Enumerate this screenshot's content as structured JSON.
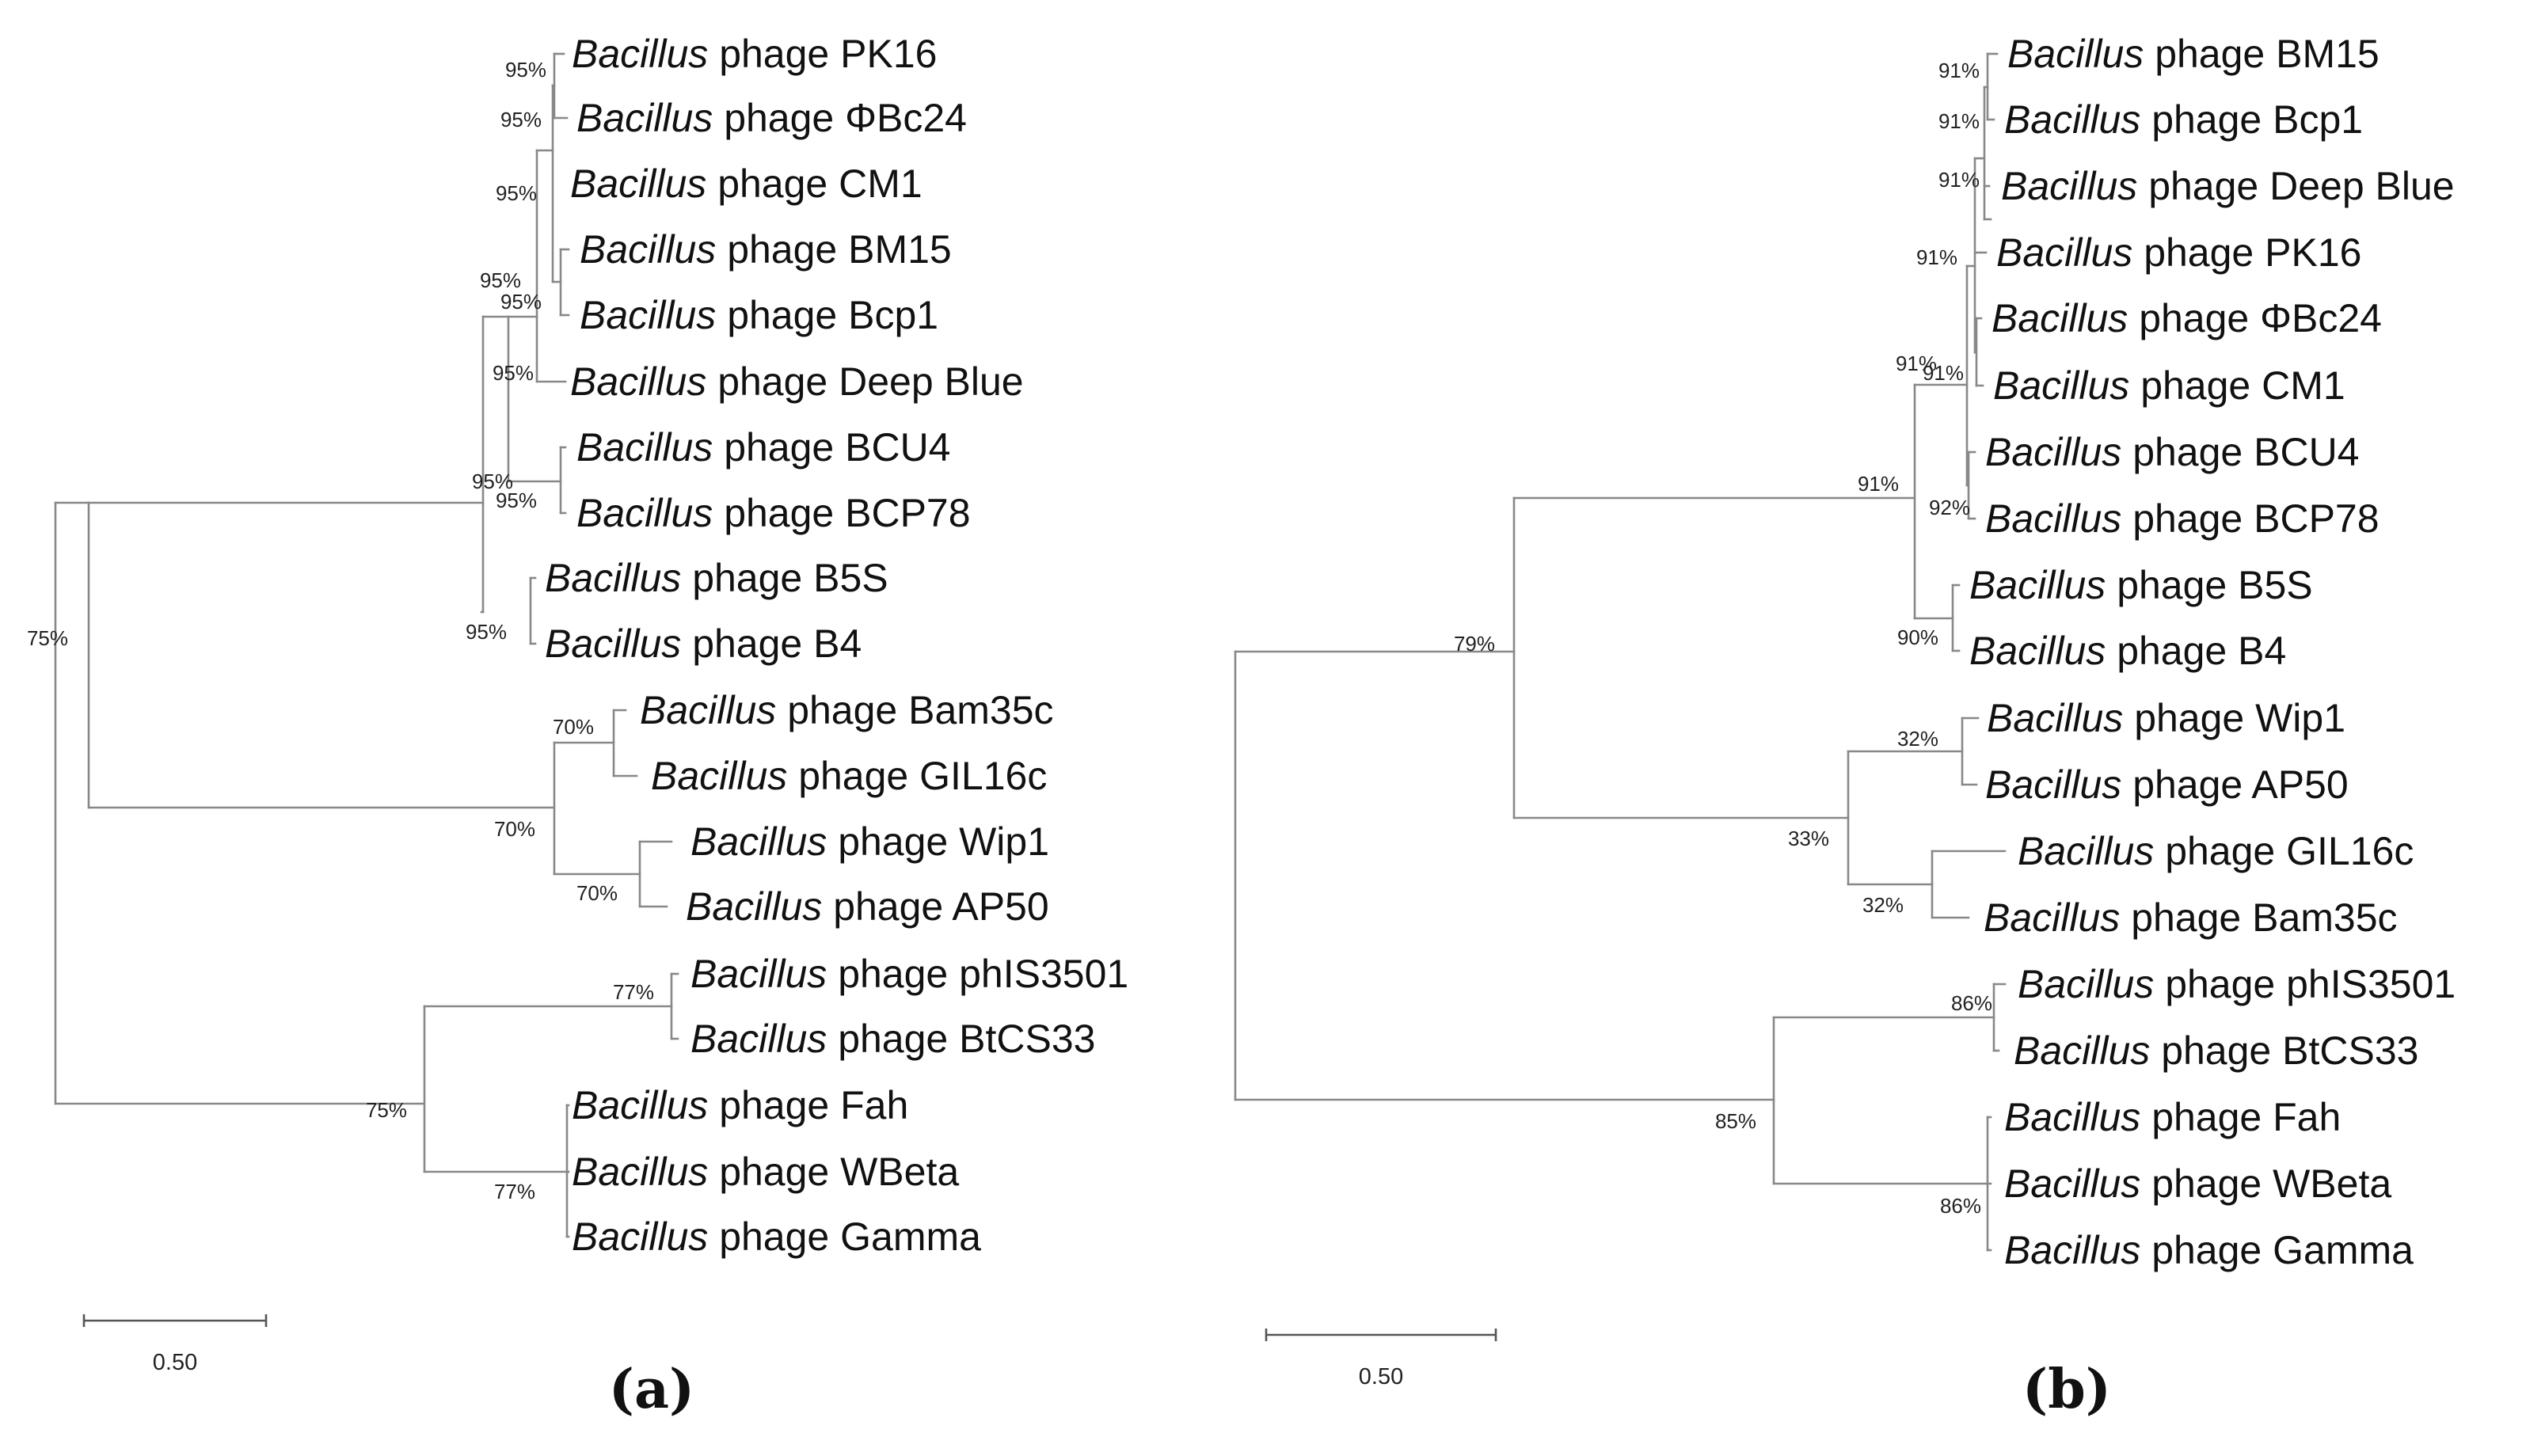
{
  "colors": {
    "highlight": "#ff0000",
    "text": "#111111",
    "branch": "#888888"
  },
  "trees": [
    {
      "id": "a",
      "panel_label": "(a)",
      "scale_label": "0.50",
      "leaves": [
        {
          "genus": "Bacillus",
          "name": "phage PK16"
        },
        {
          "genus": "Bacillus",
          "name": "phage ΦBc24",
          "highlight": true
        },
        {
          "genus": "Bacillus",
          "name": "phage CM1"
        },
        {
          "genus": "Bacillus",
          "name": "phage BM15"
        },
        {
          "genus": "Bacillus",
          "name": "phage Bcp1"
        },
        {
          "genus": "Bacillus",
          "name": "phage Deep Blue"
        },
        {
          "genus": "Bacillus",
          "name": "phage BCU4"
        },
        {
          "genus": "Bacillus",
          "name": "phage BCP78"
        },
        {
          "genus": "Bacillus",
          "name": "phage B5S"
        },
        {
          "genus": "Bacillus",
          "name": "phage B4"
        },
        {
          "genus": "Bacillus",
          "name": "phage Bam35c"
        },
        {
          "genus": "Bacillus",
          "name": "phage GIL16c"
        },
        {
          "genus": "Bacillus",
          "name": "phage Wip1"
        },
        {
          "genus": "Bacillus",
          "name": "phage AP50"
        },
        {
          "genus": "Bacillus",
          "name": "phage phIS3501"
        },
        {
          "genus": "Bacillus",
          "name": "phage BtCS33"
        },
        {
          "genus": "Bacillus",
          "name": "phage Fah"
        },
        {
          "genus": "Bacillus",
          "name": "phage WBeta"
        },
        {
          "genus": "Bacillus",
          "name": "phage Gamma"
        }
      ],
      "support_values": [
        "95%",
        "95%",
        "95%",
        "95%",
        "95%",
        "95%",
        "95%",
        "95%",
        "95%",
        "75%",
        "70%",
        "70%",
        "70%",
        "77%",
        "75%",
        "77%"
      ]
    },
    {
      "id": "b",
      "panel_label": "(b)",
      "scale_label": "0.50",
      "leaves": [
        {
          "genus": "Bacillus",
          "name": "phage BM15"
        },
        {
          "genus": "Bacillus",
          "name": "phage Bcp1"
        },
        {
          "genus": "Bacillus",
          "name": "phage Deep Blue"
        },
        {
          "genus": "Bacillus",
          "name": "phage PK16"
        },
        {
          "genus": "Bacillus",
          "name": "phage ΦBc24",
          "highlight": true
        },
        {
          "genus": "Bacillus",
          "name": "phage CM1"
        },
        {
          "genus": "Bacillus",
          "name": "phage BCU4"
        },
        {
          "genus": "Bacillus",
          "name": "phage BCP78"
        },
        {
          "genus": "Bacillus",
          "name": "phage B5S"
        },
        {
          "genus": "Bacillus",
          "name": "phage B4"
        },
        {
          "genus": "Bacillus",
          "name": "phage Wip1"
        },
        {
          "genus": "Bacillus",
          "name": "phage AP50"
        },
        {
          "genus": "Bacillus",
          "name": "phage GIL16c"
        },
        {
          "genus": "Bacillus",
          "name": "phage Bam35c"
        },
        {
          "genus": "Bacillus",
          "name": "phage phIS3501"
        },
        {
          "genus": "Bacillus",
          "name": "phage BtCS33"
        },
        {
          "genus": "Bacillus",
          "name": "phage Fah"
        },
        {
          "genus": "Bacillus",
          "name": "phage WBeta"
        },
        {
          "genus": "Bacillus",
          "name": "phage Gamma"
        }
      ],
      "support_values": [
        "91%",
        "91%",
        "91%",
        "91%",
        "91%",
        "91%",
        "92%",
        "91%",
        "90%",
        "79%",
        "32%",
        "33%",
        "32%",
        "86%",
        "85%",
        "86%"
      ]
    }
  ]
}
